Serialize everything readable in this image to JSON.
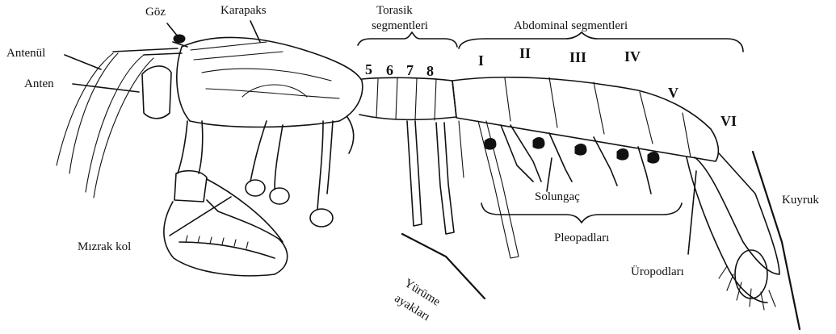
{
  "labels": {
    "goz": "Göz",
    "karapaks": "Karapaks",
    "antenul": "Antenül",
    "anten": "Anten",
    "torasik_line1": "Torasik",
    "torasik_line2": "segmentleri",
    "abdominal": "Abdominal segmentleri",
    "solungac": "Solungaç",
    "kuyruk": "Kuyruk",
    "mizrak_kol": "Mızrak kol",
    "pleopadlari": "Pleopadları",
    "uropodlari": "Üropodları",
    "yurume_line1": "Yürüme",
    "yurume_line2": "ayakları"
  },
  "thoracic_numbers": [
    "5",
    "6",
    "7",
    "8"
  ],
  "abdominal_numerals": [
    "I",
    "II",
    "III",
    "IV",
    "V",
    "VI"
  ]
}
